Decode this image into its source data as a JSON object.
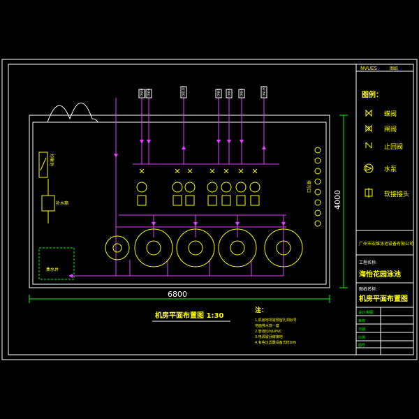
{
  "colors": {
    "background": "#000000",
    "frame": "#ffffff",
    "pipe": "#e040ff",
    "equipment": "#ffff00",
    "dimension": "#00ff00",
    "text_white": "#ffffff",
    "text_yellow": "#ffff00",
    "text_green": "#00ff00",
    "text_cyan": "#00e5e5"
  },
  "title_block": {
    "header_left": "NVUES",
    "header_right": "图纸",
    "legend_title": "图例：",
    "legend": [
      {
        "icon": "butterfly-valve-icon",
        "label": "蝶阀"
      },
      {
        "icon": "gate-valve-icon",
        "label": "闸阀"
      },
      {
        "icon": "check-valve-icon",
        "label": "止回阀"
      },
      {
        "icon": "pump-icon",
        "label": "水泵"
      },
      {
        "icon": "flexible-joint-icon",
        "label": "软接接头"
      }
    ],
    "company": "广州市宏维泳池设备有限公司",
    "project_label": "工程名称:",
    "project_name": "海怡花园泳池",
    "drawing_label": "图纸名称:",
    "drawing_name": "机房平面布置图",
    "small_rows": [
      "设计/制图",
      "审核",
      "日期",
      "比例",
      "图号"
    ],
    "small_values": [
      "",
      "",
      "",
      "",
      ""
    ]
  },
  "plan": {
    "dim_width": "6800",
    "dim_height": "4000",
    "label_balance_tank": "均衡池",
    "label_makeup_tank": "补水箱",
    "label_drain_pit": "集水井",
    "label_outlets": "排污口",
    "pipe_tags": [
      "DN50",
      "DN50",
      "DN100",
      "DN65",
      "DN65",
      "DN65",
      "DN100"
    ]
  },
  "caption": {
    "title": "机房平面布置图 1:30"
  },
  "notes": {
    "title": "注：",
    "lines": [
      "1.机房地坪需预留孔洞标号",
      "  地面排水管一套",
      "2.管道均为UPVC",
      "3.电源需另做接地",
      "4.有些过滤器设备式样DIN"
    ]
  }
}
